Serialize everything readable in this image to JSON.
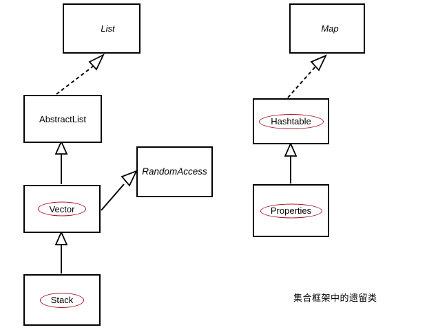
{
  "diagram": {
    "title": "Java Collections Framework legacy classes UML diagram",
    "caption": "集合框架中的遗留类",
    "colors": {
      "box_stroke": "#000000",
      "box_fill": "#ffffff",
      "edge_stroke": "#000000",
      "highlight_ellipse": "#a81228",
      "background": "#ffffff",
      "text": "#000000"
    },
    "nodes": [
      {
        "id": "list",
        "label": "List",
        "style": "interface",
        "italic": true,
        "highlighted": false
      },
      {
        "id": "abstractlist",
        "label": "AbstractList",
        "style": "class",
        "italic": false,
        "highlighted": false
      },
      {
        "id": "vector",
        "label": "Vector",
        "style": "class",
        "italic": false,
        "highlighted": true
      },
      {
        "id": "stack",
        "label": "Stack",
        "style": "class",
        "italic": false,
        "highlighted": true
      },
      {
        "id": "randomaccess",
        "label": "RandomAccess",
        "style": "interface",
        "italic": true,
        "highlighted": false
      },
      {
        "id": "map",
        "label": "Map",
        "style": "interface",
        "italic": true,
        "highlighted": false
      },
      {
        "id": "hashtable",
        "label": "Hashtable",
        "style": "class",
        "italic": false,
        "highlighted": true
      },
      {
        "id": "properties",
        "label": "Properties",
        "style": "class",
        "italic": false,
        "highlighted": true
      }
    ],
    "edges": [
      {
        "id": "abstractlist-to-list",
        "from": "abstractlist",
        "to": "list",
        "type": "realization",
        "line": "dashed",
        "arrow": "hollow-triangle"
      },
      {
        "id": "vector-to-abstractlist",
        "from": "vector",
        "to": "abstractlist",
        "type": "generalization",
        "line": "solid",
        "arrow": "hollow-triangle"
      },
      {
        "id": "stack-to-vector",
        "from": "stack",
        "to": "vector",
        "type": "generalization",
        "line": "solid",
        "arrow": "hollow-triangle"
      },
      {
        "id": "vector-to-randomaccess",
        "from": "vector",
        "to": "randomaccess",
        "type": "generalization",
        "line": "solid",
        "arrow": "hollow-triangle"
      },
      {
        "id": "hashtable-to-map",
        "from": "hashtable",
        "to": "map",
        "type": "realization",
        "line": "dashed",
        "arrow": "hollow-triangle"
      },
      {
        "id": "properties-to-hashtable",
        "from": "properties",
        "to": "hashtable",
        "type": "generalization",
        "line": "solid",
        "arrow": "hollow-triangle"
      }
    ]
  }
}
